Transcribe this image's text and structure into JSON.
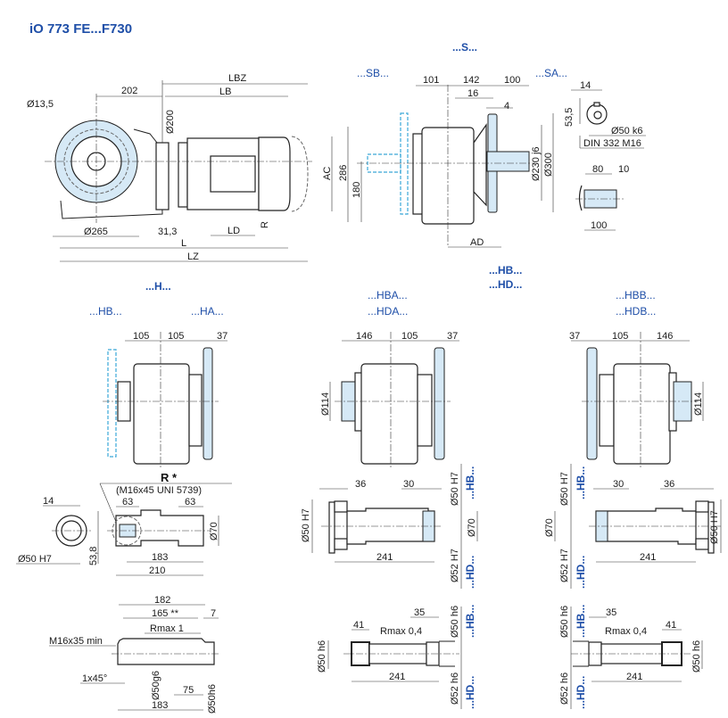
{
  "title": "iO 773 FE...F730",
  "colors": {
    "accent": "#1f4fa8",
    "part_fill": "#d6e9f6",
    "optional_outline": "#3aa8d8"
  },
  "view_motor": {
    "d13_5": "Ø13,5",
    "d202": "202",
    "lbz": "LBZ",
    "lb": "LB",
    "d200": "Ø200",
    "d265": "Ø265",
    "d31_3": "31,3",
    "ld": "LD",
    "r": "R",
    "l": "L",
    "lz": "LZ",
    "ac": "AC",
    "d286": "286",
    "d180": "180"
  },
  "view_s": {
    "title": "...S...",
    "sb": "...SB...",
    "sa": "...SA...",
    "d101": "101",
    "d142": "142",
    "d100": "100",
    "d16": "16",
    "d4": "4",
    "d230": "Ø230 j6",
    "d300": "Ø300",
    "ad": "AD"
  },
  "shaft_key": {
    "d14": "14",
    "d53_5": "53,5",
    "d50k6": "Ø50 k6",
    "din": "DIN 332 M16",
    "d80": "80",
    "d10": "10",
    "d100": "100"
  },
  "view_h": {
    "title": "...H...",
    "hb": "...HB...",
    "ha": "...HA...",
    "d105a": "105",
    "d105b": "105",
    "d37": "37"
  },
  "view_hb_hd": {
    "hb": "...HB...",
    "hd": "...HD..."
  },
  "view_hba": {
    "l1": "...HBA...",
    "l2": "...HDA...",
    "d146": "146",
    "d105": "105",
    "d37": "37",
    "d114": "Ø114"
  },
  "view_hbb": {
    "l1": "...HBB...",
    "l2": "...HDB...",
    "d37": "37",
    "d105": "105",
    "d146": "146",
    "d114": "Ø114"
  },
  "hollow_shaft": {
    "r": "R *",
    "screw": "(M16x45 UNI 5739)",
    "d14": "14",
    "d50h7": "Ø50 H7",
    "d53_8": "53,8",
    "d63a": "63",
    "d63b": "63",
    "d70": "Ø70",
    "d183": "183",
    "d210": "210"
  },
  "solid_shaft": {
    "d182": "182",
    "d165": "165 **",
    "d7": "7",
    "rmax": "Rmax 1",
    "thread": "M16x35 min",
    "chamfer": "1x45°",
    "d50g6": "Ø50g6",
    "d75": "75",
    "d183": "183",
    "d50h6": "Ø50h6"
  },
  "hba_hollow": {
    "d36": "36",
    "d30": "30",
    "d50h7_left": "Ø50 H7",
    "d241": "241",
    "d50h7": "Ø50 H7",
    "d70": "Ø70",
    "d52h7": "Ø52 H7",
    "hb": "...HB...",
    "hd": "...HD..."
  },
  "hbb_hollow": {
    "d30": "30",
    "d36": "36",
    "d70": "Ø70",
    "d50h7": "Ø50 H7",
    "d52h7": "Ø52 H7",
    "d50h7_right": "Ø50 H7",
    "d241": "241",
    "hb": "...HB...",
    "hd": "...HD..."
  },
  "hba_solid": {
    "d41": "41",
    "d35": "35",
    "rmax": "Rmax 0,4",
    "d50h6_left": "Ø50 h6",
    "d241": "241",
    "d50h6": "Ø50 h6",
    "d52h6": "Ø52 h6",
    "hb": "...HB...",
    "hd": "...HD..."
  },
  "hbb_solid": {
    "d35": "35",
    "rmax": "Rmax 0,4",
    "d41": "41",
    "d241": "241",
    "d50h6": "Ø50 h6",
    "d52h6": "Ø52 h6",
    "d50h6_right": "Ø50 h6",
    "hb": "...HB...",
    "hd": "...HD..."
  }
}
